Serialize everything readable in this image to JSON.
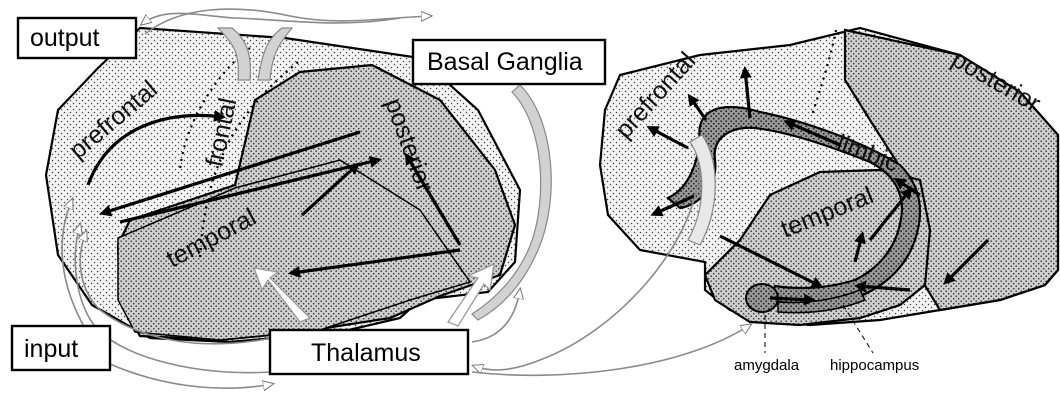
{
  "boxes": {
    "output": "output",
    "basal_ganglia": "Basal Ganglia",
    "input": "input",
    "thalamus": "Thalamus"
  },
  "left_brain": {
    "prefrontal": "prefrontal",
    "frontal": "frontal",
    "posterior": "posterior",
    "temporal": "temporal"
  },
  "right_brain": {
    "prefrontal": "prefrontal",
    "posterior": "posterior",
    "limbic": "limbic",
    "temporal": "temporal",
    "amygdala": "amygdala",
    "hippocampus": "hippocampus"
  },
  "colors": {
    "stipple_light": "#e2e2e2",
    "stipple_dark": "#c2c2c2",
    "limbic_band": "#8f8f8f",
    "arrow": "#000000",
    "flow": "#8a8a8a"
  }
}
